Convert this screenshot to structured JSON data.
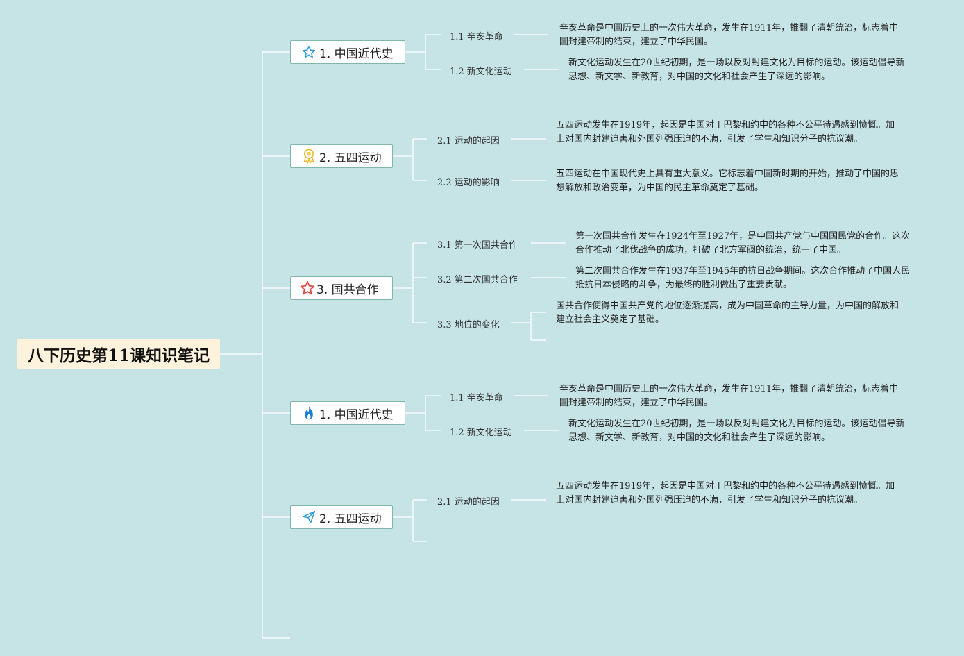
{
  "root": {
    "title": "八下历史第11课知识笔记"
  },
  "topics": [
    {
      "label": "1. 中国近代史",
      "icon": "star-outline-icon",
      "subs": [
        {
          "label": "1.1 辛亥革命",
          "note": "辛亥革命是中国历史上的一次伟大革命，发生在1911年，推翻了清朝统治，标志着中国封建帝制的结束，建立了中华民国。"
        },
        {
          "label": "1.2 新文化运动",
          "note": "新文化运动发生在20世纪初期，是一场以反对封建文化为目标的运动。该运动倡导新思想、新文学、新教育，对中国的文化和社会产生了深远的影响。"
        }
      ]
    },
    {
      "label": "2. 五四运动",
      "icon": "award-medal-icon",
      "subs": [
        {
          "label": "2.1 运动的起因",
          "note": "五四运动发生在1919年，起因是中国对于巴黎和约中的各种不公平待遇感到愤慨。加上对国内封建迫害和外国列强压迫的不满，引发了学生和知识分子的抗议潮。"
        },
        {
          "label": "2.2 运动的影响",
          "note": "五四运动在中国现代史上具有重大意义。它标志着中国新时期的开始，推动了中国的思想解放和政治变革，为中国的民主革命奠定了基础。"
        }
      ]
    },
    {
      "label": "3. 国共合作",
      "icon": "star-red-icon",
      "subs": [
        {
          "label": "3.1 第一次国共合作",
          "note": "第一次国共合作发生在1924年至1927年，是中国共产党与中国国民党的合作。这次合作推动了北伐战争的成功，打破了北方军阀的统治，统一了中国。"
        },
        {
          "label": "3.2 第二次国共合作",
          "note": "第二次国共合作发生在1937年至1945年的抗日战争期间。这次合作推动了中国人民抵抗日本侵略的斗争，为最终的胜利做出了重要贡献。"
        },
        {
          "label": "3.3 地位的变化",
          "note": "国共合作使得中国共产党的地位逐渐提高，成为中国革命的主导力量，为中国的解放和建立社会主义奠定了基础。"
        }
      ]
    },
    {
      "label": "1. 中国近代史",
      "icon": "flame-icon",
      "subs": [
        {
          "label": "1.1 辛亥革命",
          "note": "辛亥革命是中国历史上的一次伟大革命，发生在1911年，推翻了清朝统治，标志着中国封建帝制的结束，建立了中华民国。"
        },
        {
          "label": "1.2 新文化运动",
          "note": "新文化运动发生在20世纪初期，是一场以反对封建文化为目标的运动。该运动倡导新思想、新文学、新教育，对中国的文化和社会产生了深远的影响。"
        }
      ]
    },
    {
      "label": "2. 五四运动",
      "icon": "paper-plane-icon",
      "subs": [
        {
          "label": "2.1 运动的起因",
          "note": "五四运动发生在1919年，起因是中国对于巴黎和约中的各种不公平待遇感到愤慨。加上对国内封建迫害和外国列强压迫的不满，引发了学生和知识分子的抗议潮。"
        }
      ]
    }
  ]
}
